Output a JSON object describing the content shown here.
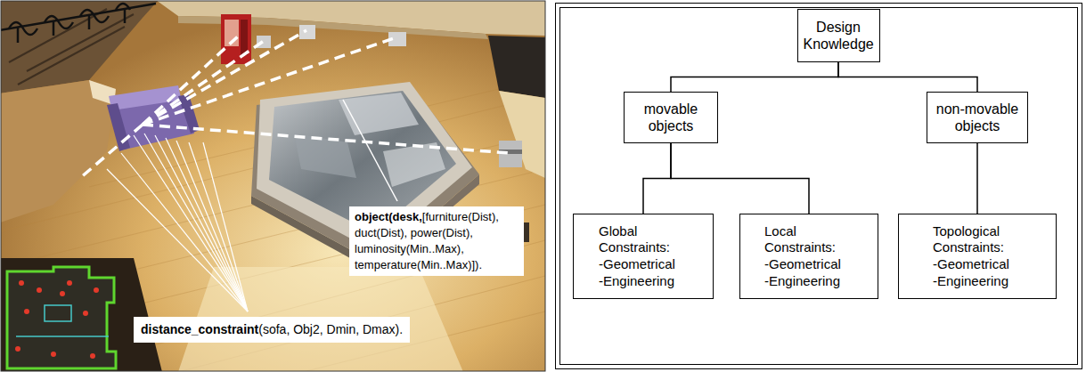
{
  "diagram": {
    "nodes": [
      {
        "text": [
          "object(desk,",
          "[furniture(Dist), duct(Dist), power(Dist), luminosity(Min..Max), temperature(Min..Max)])."
        ]
      },
      {
        "text": [
          "distance_constraint",
          "(sofa, Obj2, Dmin, Dmax)."
        ]
      },
      {
        "text": [
          "Design Knowledge"
        ]
      },
      {
        "text": [
          "movable objects"
        ]
      },
      {
        "text": [
          "non-movable objects"
        ]
      },
      {
        "text": [
          "Global Constraints:",
          "-Geometrical",
          "-Engineering"
        ]
      },
      {
        "text": [
          "Local Constraints:",
          "-Geometrical",
          "-Engineering"
        ]
      },
      {
        "text": [
          "Topological Constraints:",
          "-Geometrical",
          "-Engineering"
        ]
      }
    ],
    "edges": [
      {
        "from": 2,
        "to": 3,
        "arrow": "none"
      },
      {
        "from": 2,
        "to": 4,
        "arrow": "none"
      },
      {
        "from": 3,
        "to": 5,
        "arrow": "none"
      },
      {
        "from": 3,
        "to": 6,
        "arrow": "none"
      },
      {
        "from": 4,
        "to": 7,
        "arrow": "none"
      }
    ]
  }
}
